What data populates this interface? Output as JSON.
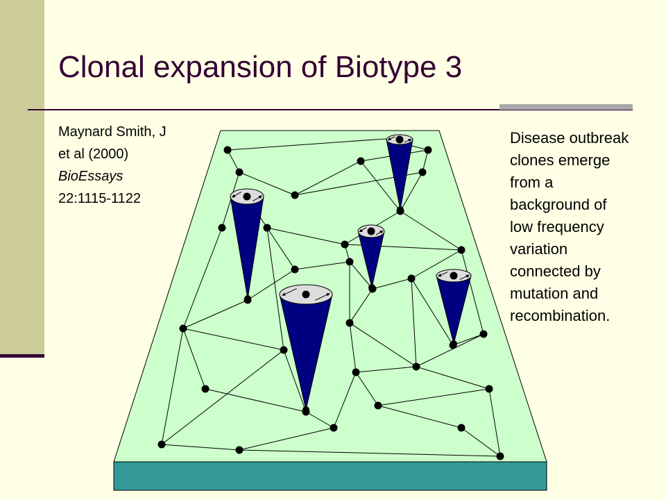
{
  "slide": {
    "title": "Clonal expansion of Biotype 3",
    "citation": {
      "line1": "Maynard Smith, J",
      "line2": "et al (2000)",
      "journal": "BioEssays",
      "pages": "22:1115-1122"
    },
    "description": "Disease outbreak\nclones emerge\nfrom a\nbackground of\nlow frequency\nvariation\nconnected by\nmutation and\nrecombination."
  },
  "colors": {
    "background": "#ffffe5",
    "title": "#330033",
    "plane_top": "#ccffcc",
    "plane_front": "#339999",
    "cone": "#000080",
    "cone_cap": "#dddddd",
    "node": "#000000"
  },
  "network": {
    "node_count": 38,
    "cone_count": 5
  }
}
